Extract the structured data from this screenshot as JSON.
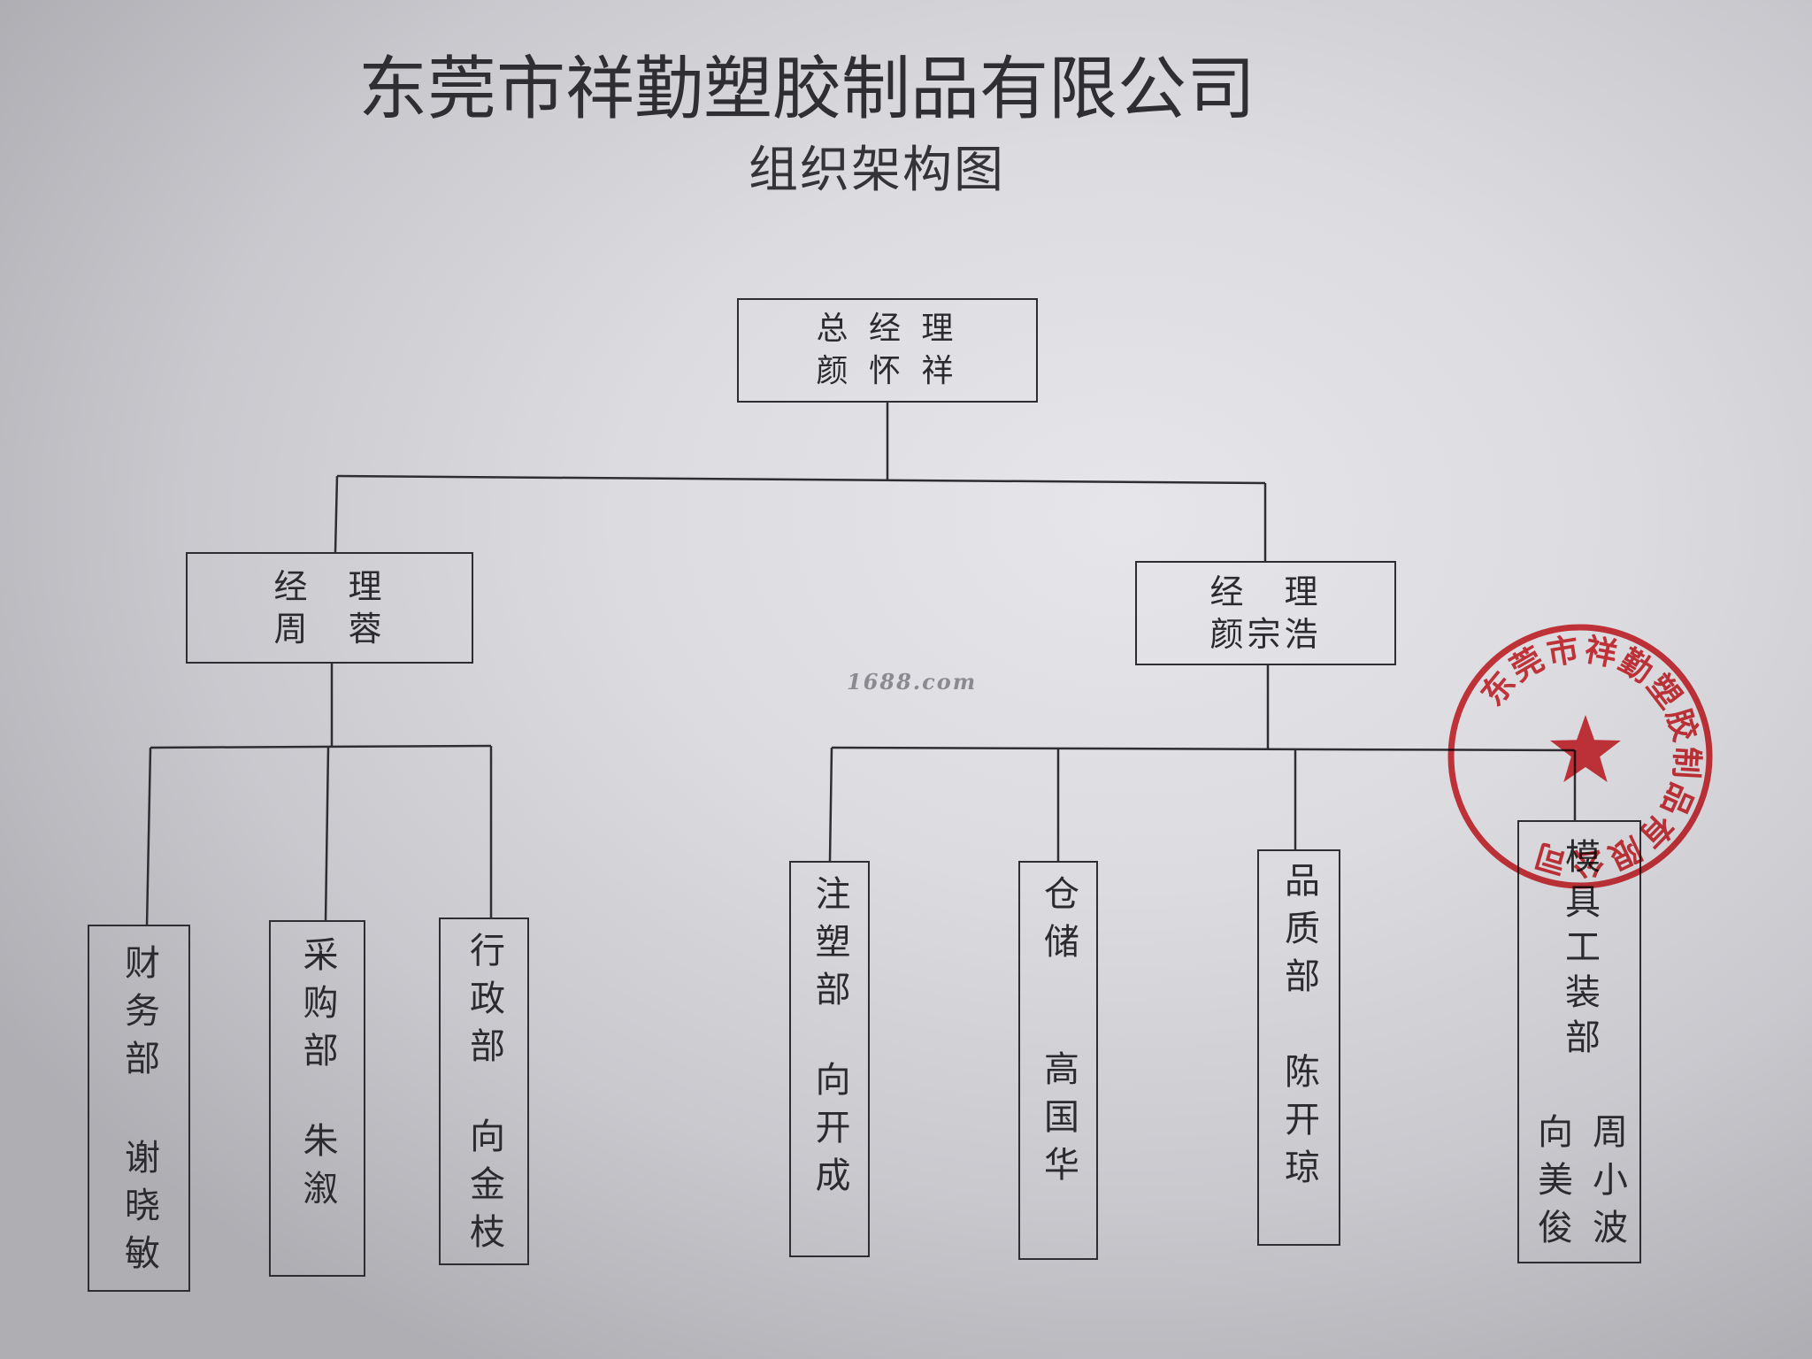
{
  "title": "东莞市祥勤塑胶制品有限公司",
  "subtitle": "组织架构图",
  "watermark": "1688.com",
  "chart": {
    "root": {
      "role": "总 经 理",
      "name": "颜 怀 祥"
    },
    "managers": [
      {
        "role": "经　理",
        "name": "周　蓉",
        "departments": [
          {
            "dept": "财务部",
            "people": [
              "谢晓敏"
            ]
          },
          {
            "dept": "采购部",
            "people": [
              "朱溆"
            ]
          },
          {
            "dept": "行政部",
            "people": [
              "向金枝"
            ]
          }
        ]
      },
      {
        "role": "经　理",
        "name": "颜宗浩",
        "departments": [
          {
            "dept": "注塑部",
            "people": [
              "向开成"
            ]
          },
          {
            "dept": "仓储",
            "people": [
              "高国华"
            ]
          },
          {
            "dept": "品质部",
            "people": [
              "陈开琼"
            ]
          },
          {
            "dept": "模具工装部",
            "people": [
              "周小波",
              "向美俊"
            ]
          }
        ]
      }
    ]
  },
  "stamp": {
    "text": "东莞市祥勤塑胶制品有限公司",
    "shape": "circle-with-star",
    "color": "#d8232a"
  },
  "colors": {
    "ink": "#2e2e32",
    "paper": "#e2e2e6"
  }
}
